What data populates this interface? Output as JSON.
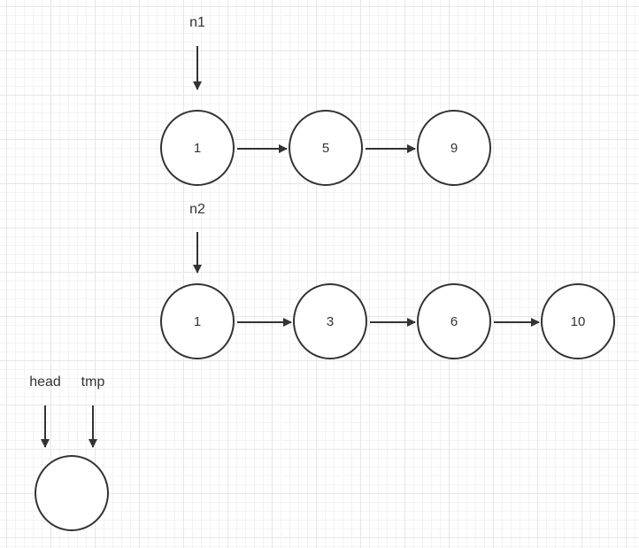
{
  "pointers": {
    "n1": "n1",
    "n2": "n2",
    "head": "head",
    "tmp": "tmp"
  },
  "list1": {
    "nodes": [
      "1",
      "5",
      "9"
    ]
  },
  "list2": {
    "nodes": [
      "1",
      "3",
      "6",
      "10"
    ]
  },
  "result": {
    "node": ""
  },
  "colors": {
    "stroke": "#333333",
    "grid": "#e6e6e6",
    "background": "#ffffff"
  }
}
